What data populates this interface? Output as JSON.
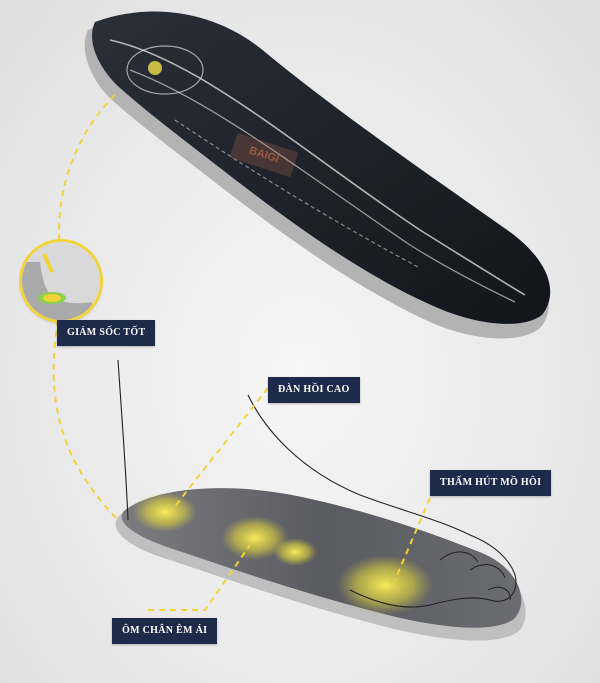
{
  "brand": {
    "watermark_text": "BAIGI"
  },
  "callouts": {
    "shock_absorption": "GIẢM SỐC TỐT",
    "high_elasticity": "ĐÀN HỒI CAO",
    "sweat_absorption": "THẤM HÚT MỒ HÔI",
    "foot_hug": "ÔM CHÂN ÊM ÁI"
  },
  "colors": {
    "label_bg": "#1e2a4a",
    "label_text": "#ffffff",
    "dashed_line": "#f2d43a",
    "insole_top": "#1a1e26",
    "insole_base": "#a8a8a8",
    "highlight": "#f5e23a"
  },
  "icons": {
    "heel": "heel-cushion-icon"
  }
}
